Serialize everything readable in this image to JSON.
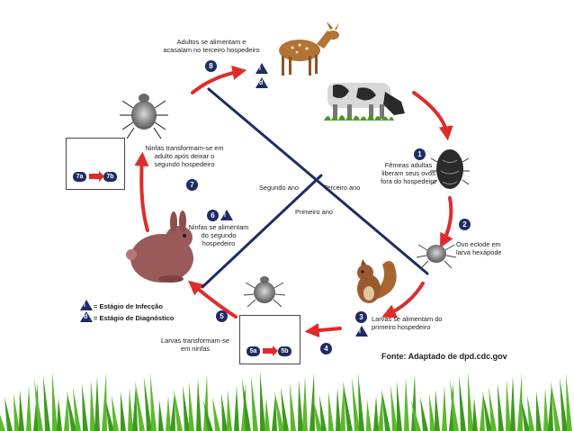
{
  "labels": {
    "adults": "Adultos se alimentam e acasalam no terceiro hospedeiro",
    "females": "Fêmeas adultas liberam seus ovos fora do hospedeiro",
    "egg": "Ovo eclode em larva hexápode",
    "larvae_feed": "Larvas se alimentam do primeiro hospedeiro",
    "larvae_transform": "Larvas transformam-se em ninfas",
    "nymphs_feed": "Ninfas se alimentam do segundo hospedeiro",
    "nymphs_transform": "Ninfas transformam-se em adulto após deixar o segundo hospedeiro",
    "year2": "Segundo ano",
    "year3": "Terceiro ano",
    "year1": "Primeiro ano"
  },
  "steps": {
    "s1": "1",
    "s2": "2",
    "s3": "3",
    "s4": "4",
    "s5": "5",
    "s6": "6",
    "s7": "7",
    "s8": "8"
  },
  "tags": {
    "t5a": "5a",
    "t5b": "5b",
    "t7a": "7a",
    "t7b": "7b"
  },
  "symbols": {
    "infection": "i",
    "diagnostic": "d"
  },
  "legend": {
    "infection": "= Estágio de Infecção",
    "diagnostic": "= Estágio de Diagnóstico"
  },
  "footer": "Fonte: Adaptado de dpd.cdc.gov",
  "colors": {
    "arrow": "#e02b2b",
    "line": "#1f2b63",
    "grass": "#3e9a1e"
  }
}
